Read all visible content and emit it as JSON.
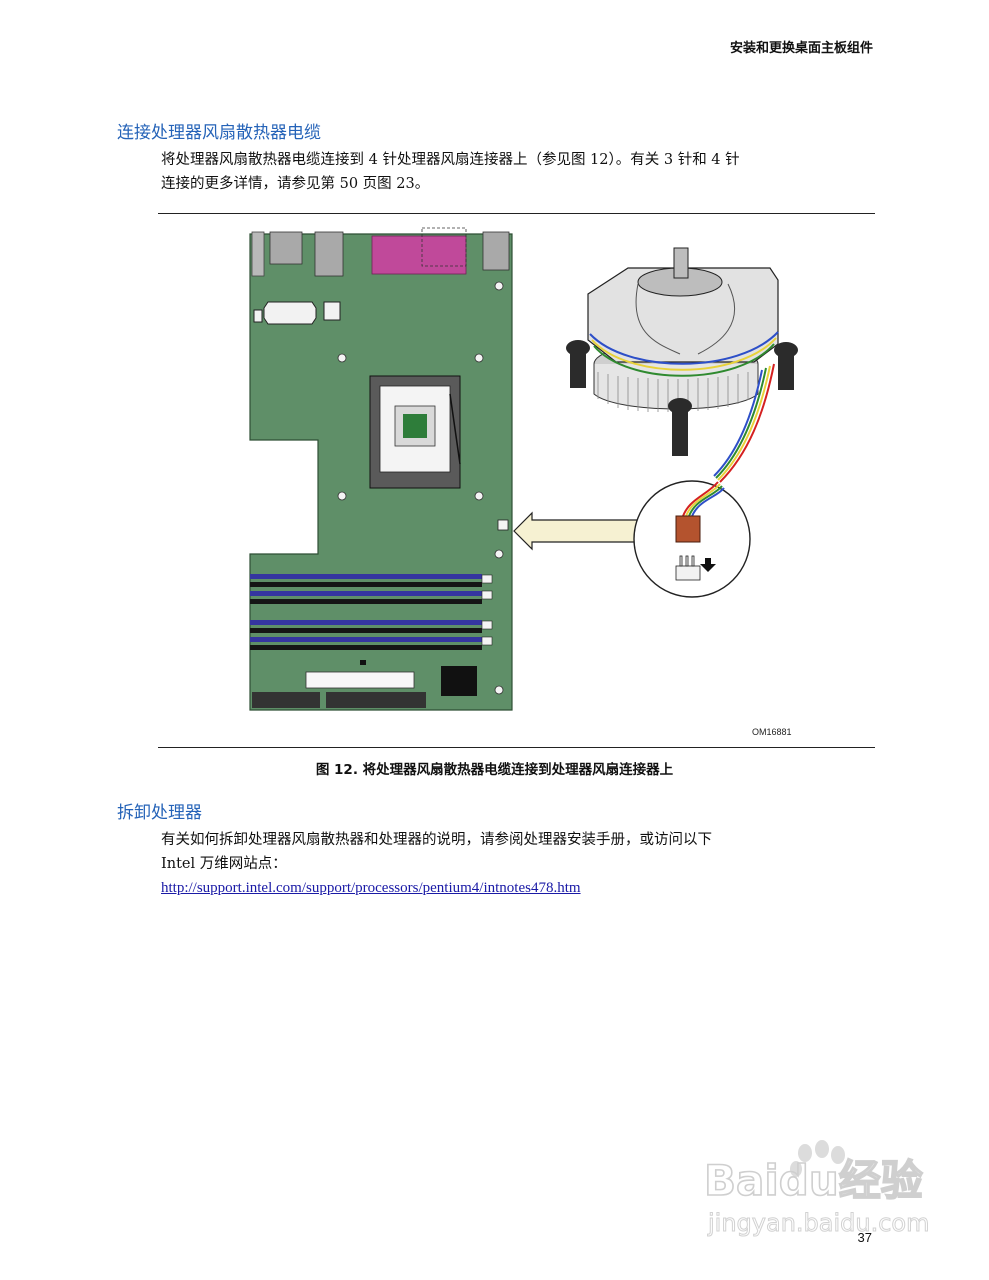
{
  "header": {
    "title": "安装和更换桌面主板组件"
  },
  "section1": {
    "heading": "连接处理器风扇散热器电缆",
    "paragraph_line1": "将处理器风扇散热器电缆连接到 4 针处理器风扇连接器上（参见图 12）。有关 3 针和 4 针",
    "paragraph_line2": "连接的更多详情，请参见第 50 页图 23。"
  },
  "figure": {
    "code": "OM16881",
    "caption": "图 12.  将处理器风扇散热器电缆连接到处理器风扇连接器上",
    "colors": {
      "board": "#5f8f68",
      "board_edge": "#2e4f35",
      "magenta_port": "#c0499a",
      "dimm_blue": "#3535a0",
      "dimm_black": "#151515",
      "fan_connector": "#b4532e",
      "cable_red": "#d42020",
      "cable_yellow": "#e8d23a",
      "cable_green": "#2f8a2f",
      "cable_blue": "#2d4fc8",
      "arrow_fill": "#f6f1d2"
    },
    "icons": [
      "motherboard-diagram",
      "cpu-socket-icon",
      "fan-heatsink-icon",
      "fan-connector-icon",
      "pointer-arrow-icon",
      "down-arrow-icon"
    ]
  },
  "section2": {
    "heading": "拆卸处理器",
    "paragraph_line1": "有关如何拆卸处理器风扇散热器和处理器的说明，请参阅处理器安装手册，或访问以下",
    "paragraph_line2": "Intel 万维网站点：",
    "link": "http://support.intel.com/support/processors/pentium4/intnotes478.htm"
  },
  "watermark": {
    "brand": "Baidu经验",
    "domain": "jingyan.baidu.com"
  },
  "page_number": "37"
}
